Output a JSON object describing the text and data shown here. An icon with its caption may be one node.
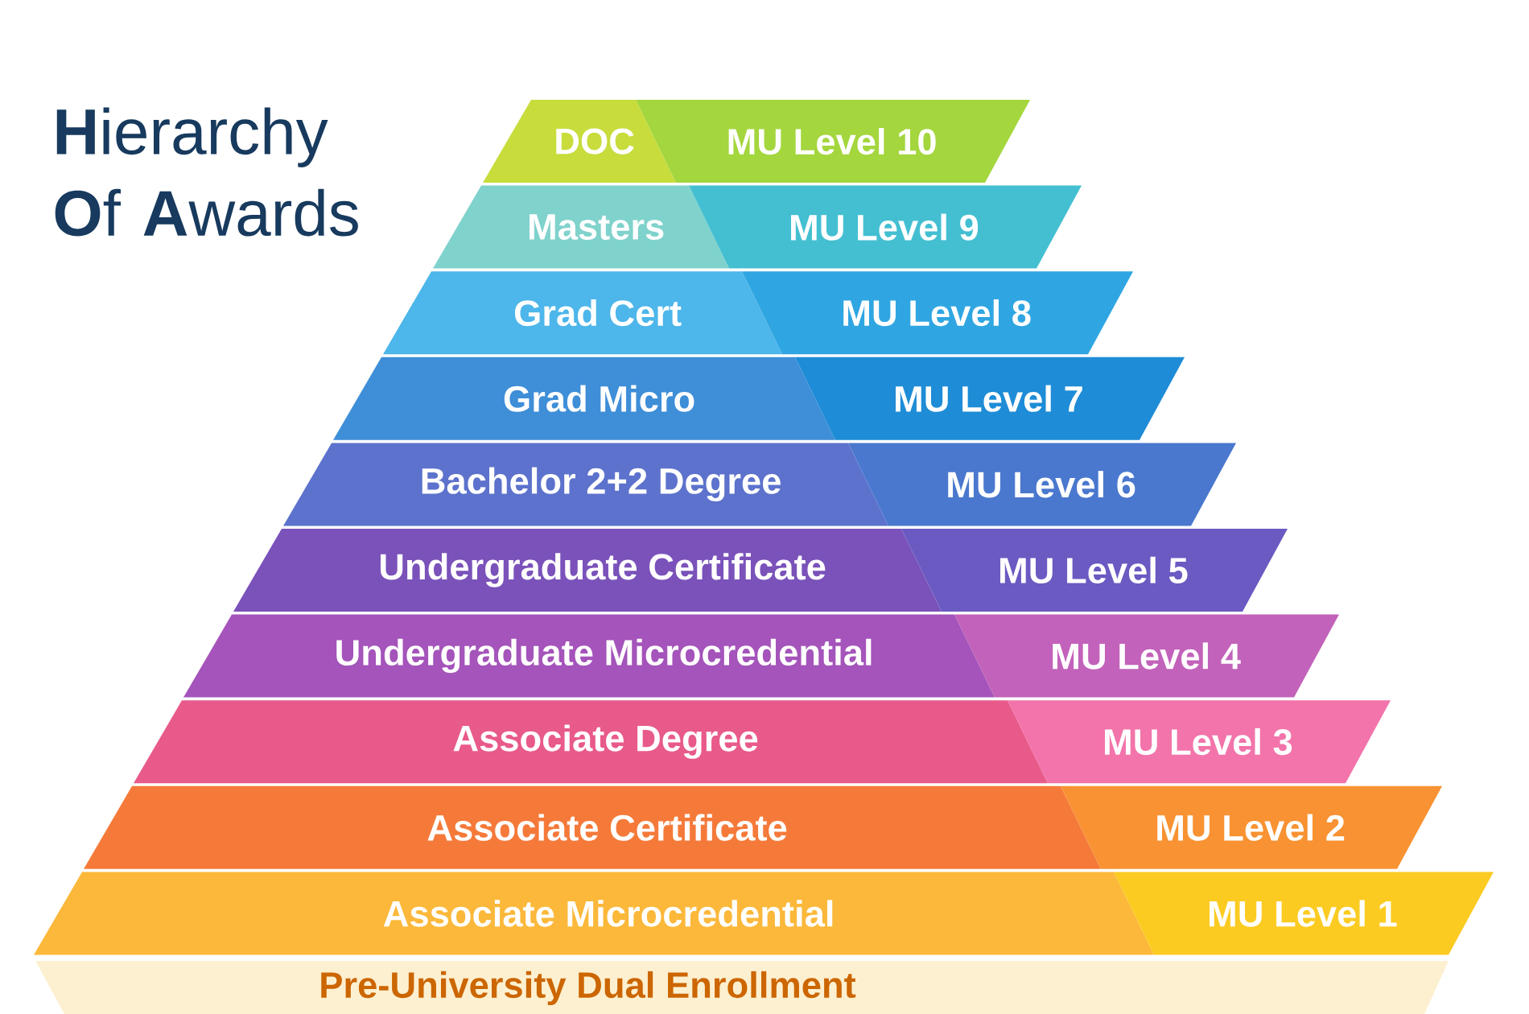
{
  "diagram": {
    "title": "**H**ierarchy **O**f **A**wards",
    "nodes": [
      {
        "text": [
          "DOC"
        ]
      },
      {
        "text": [
          "MU Level 10"
        ]
      },
      {
        "text": [
          "Masters"
        ]
      },
      {
        "text": [
          "MU Level 9"
        ]
      },
      {
        "text": [
          "Grad Cert"
        ]
      },
      {
        "text": [
          "MU Level 8"
        ]
      },
      {
        "text": [
          "Grad Micro"
        ]
      },
      {
        "text": [
          "MU Level 7"
        ]
      },
      {
        "text": [
          "Bachelor 2+2 Degree"
        ]
      },
      {
        "text": [
          "MU Level 6"
        ]
      },
      {
        "text": [
          "Undergraduate Certificate"
        ]
      },
      {
        "text": [
          "MU Level 5"
        ]
      },
      {
        "text": [
          "Undergraduate Microcredential"
        ]
      },
      {
        "text": [
          "MU Level 4"
        ]
      },
      {
        "text": [
          "Associate Degree"
        ]
      },
      {
        "text": [
          "MU Level 3"
        ]
      },
      {
        "text": [
          "Associate Certificate"
        ]
      },
      {
        "text": [
          "MU Level 2"
        ]
      },
      {
        "text": [
          "Associate Microcredential"
        ]
      },
      {
        "text": [
          "MU Level 1"
        ]
      }
    ],
    "labels": [
      "Pre-University Dual Enrollment"
    ]
  }
}
